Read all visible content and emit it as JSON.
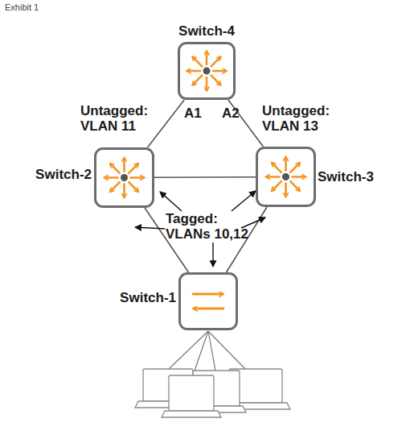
{
  "diagram": {
    "title": "Exhibit 1",
    "nodes": [
      {
        "text": [
          "Switch-4"
        ]
      },
      {
        "text": [
          "Switch-2"
        ]
      },
      {
        "text": [
          "Switch-3"
        ]
      },
      {
        "text": [
          "Switch-1"
        ]
      }
    ],
    "edges": [
      {
        "from": 0,
        "to": 1,
        "arrow": "none"
      },
      {
        "from": 0,
        "to": 2,
        "arrow": "none"
      },
      {
        "from": 1,
        "to": 2,
        "arrow": "none"
      },
      {
        "from": 1,
        "to": 3,
        "arrow": "none"
      },
      {
        "from": 2,
        "to": 3,
        "arrow": "none"
      }
    ],
    "labels": [
      "Untagged: VLAN 11",
      "A1",
      "A2",
      "Untagged: VLAN 13",
      "Tagged: VLANs 10,12"
    ]
  }
}
